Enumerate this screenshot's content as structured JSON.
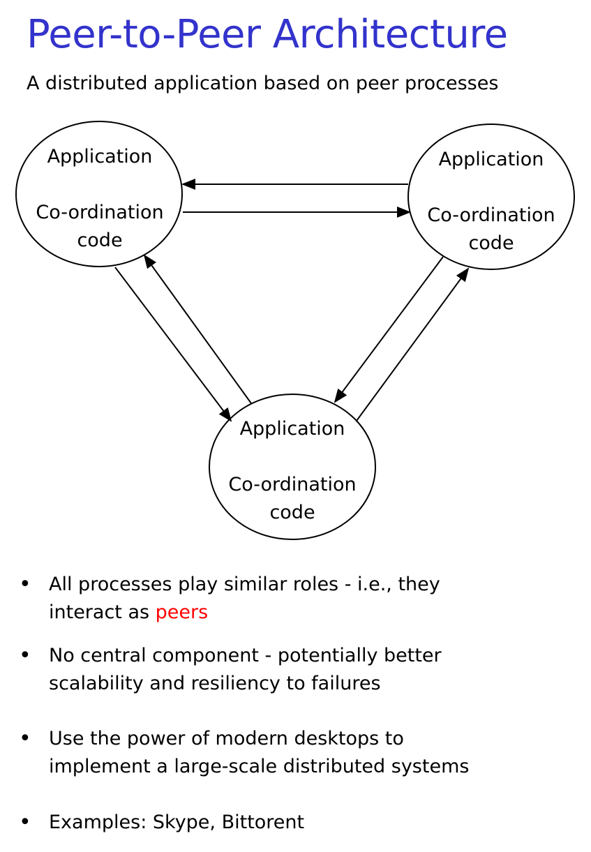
{
  "page": {
    "title": "Peer-to-Peer Architecture",
    "subtitle": "A distributed application based on peer processes",
    "title_color": "#3333cc",
    "highlight_color": "#ff0000"
  },
  "diagram": {
    "nodes": [
      {
        "id": "left",
        "line1": "Application",
        "line2": "Co-ordination",
        "line3": "code"
      },
      {
        "id": "right",
        "line1": "Application",
        "line2": "Co-ordination",
        "line3": "code"
      },
      {
        "id": "bottom",
        "line1": "Application",
        "line2": "Co-ordination",
        "line3": "code"
      }
    ],
    "edges": [
      {
        "from": "right",
        "to": "left"
      },
      {
        "from": "left",
        "to": "right"
      },
      {
        "from": "left",
        "to": "bottom"
      },
      {
        "from": "bottom",
        "to": "left"
      },
      {
        "from": "right",
        "to": "bottom"
      },
      {
        "from": "bottom",
        "to": "right"
      }
    ]
  },
  "bullets": {
    "bullet_char": "•",
    "item0": {
      "line1": "All processes play similar roles - i.e., they",
      "line2_prefix": "interact as ",
      "highlight": "peers"
    },
    "item1": {
      "line1": "No central component - potentially better",
      "line2": "scalability and resiliency to failures"
    },
    "item2": {
      "line1": "Use the power of modern desktops to",
      "line2": "implement a large-scale distributed systems"
    },
    "item3": {
      "line1": "Examples: Skype, Bittorent"
    }
  }
}
